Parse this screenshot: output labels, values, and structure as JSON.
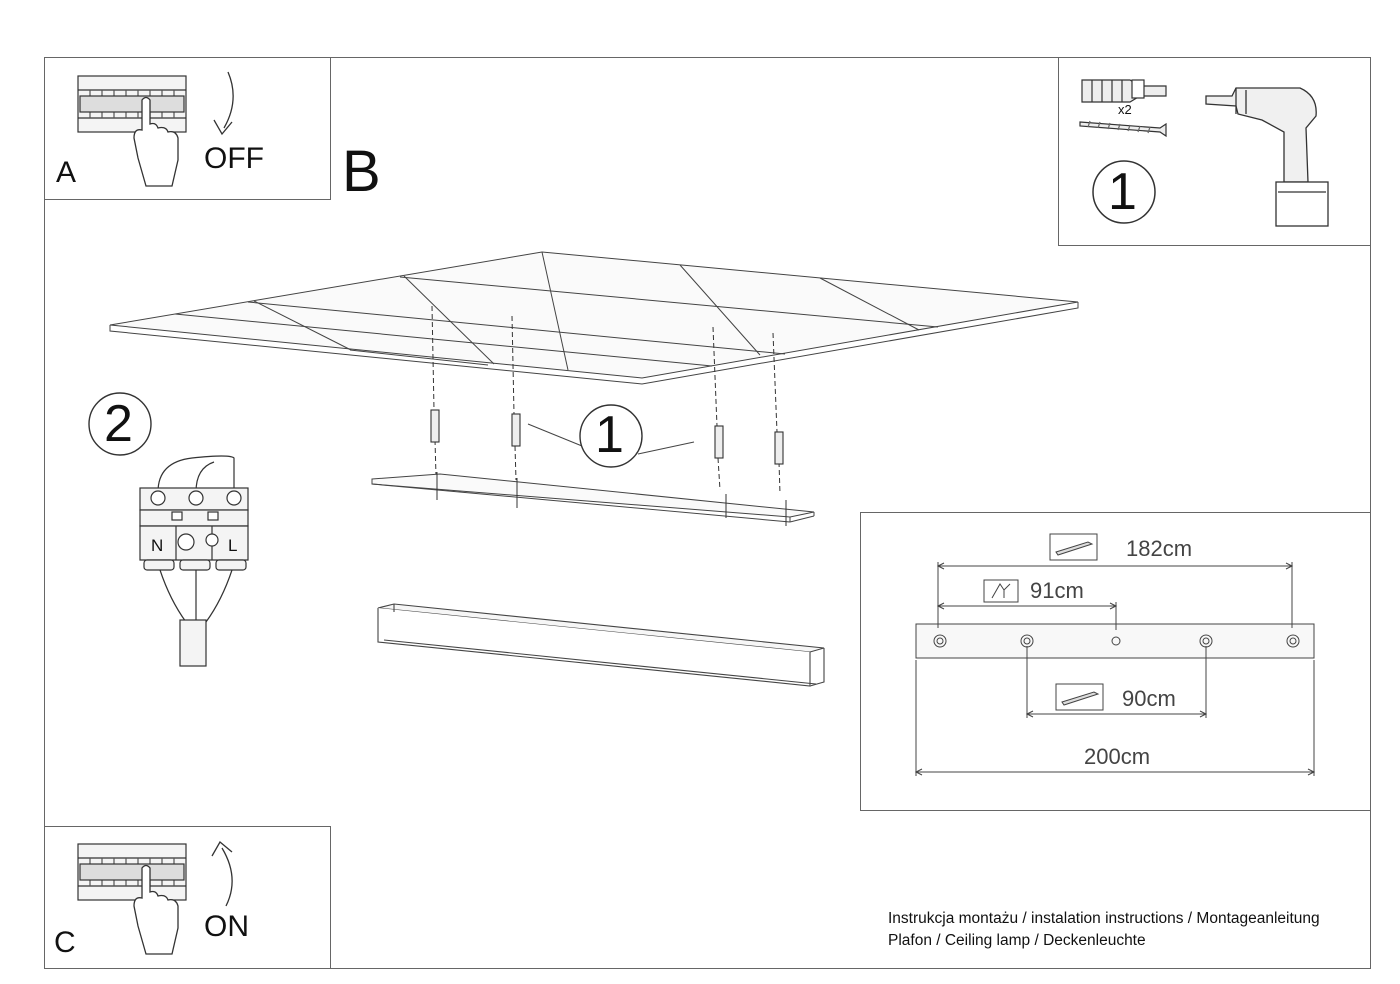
{
  "steps": {
    "a": {
      "letter": "A",
      "action": "OFF"
    },
    "b": {
      "letter": "B"
    },
    "c": {
      "letter": "C",
      "action": "ON"
    }
  },
  "parts": {
    "count": "x2",
    "step1": "1",
    "step2": "2"
  },
  "terminals": {
    "neutral": "N",
    "live": "L"
  },
  "dimensions": {
    "d182": "182cm",
    "d91": "91cm",
    "d90": "90cm",
    "d200": "200cm"
  },
  "footer": {
    "line1": "Instrukcja montażu / instalation instructions / Montageanleitung",
    "line2": "Plafon / Ceiling lamp / Deckenleuchte"
  }
}
